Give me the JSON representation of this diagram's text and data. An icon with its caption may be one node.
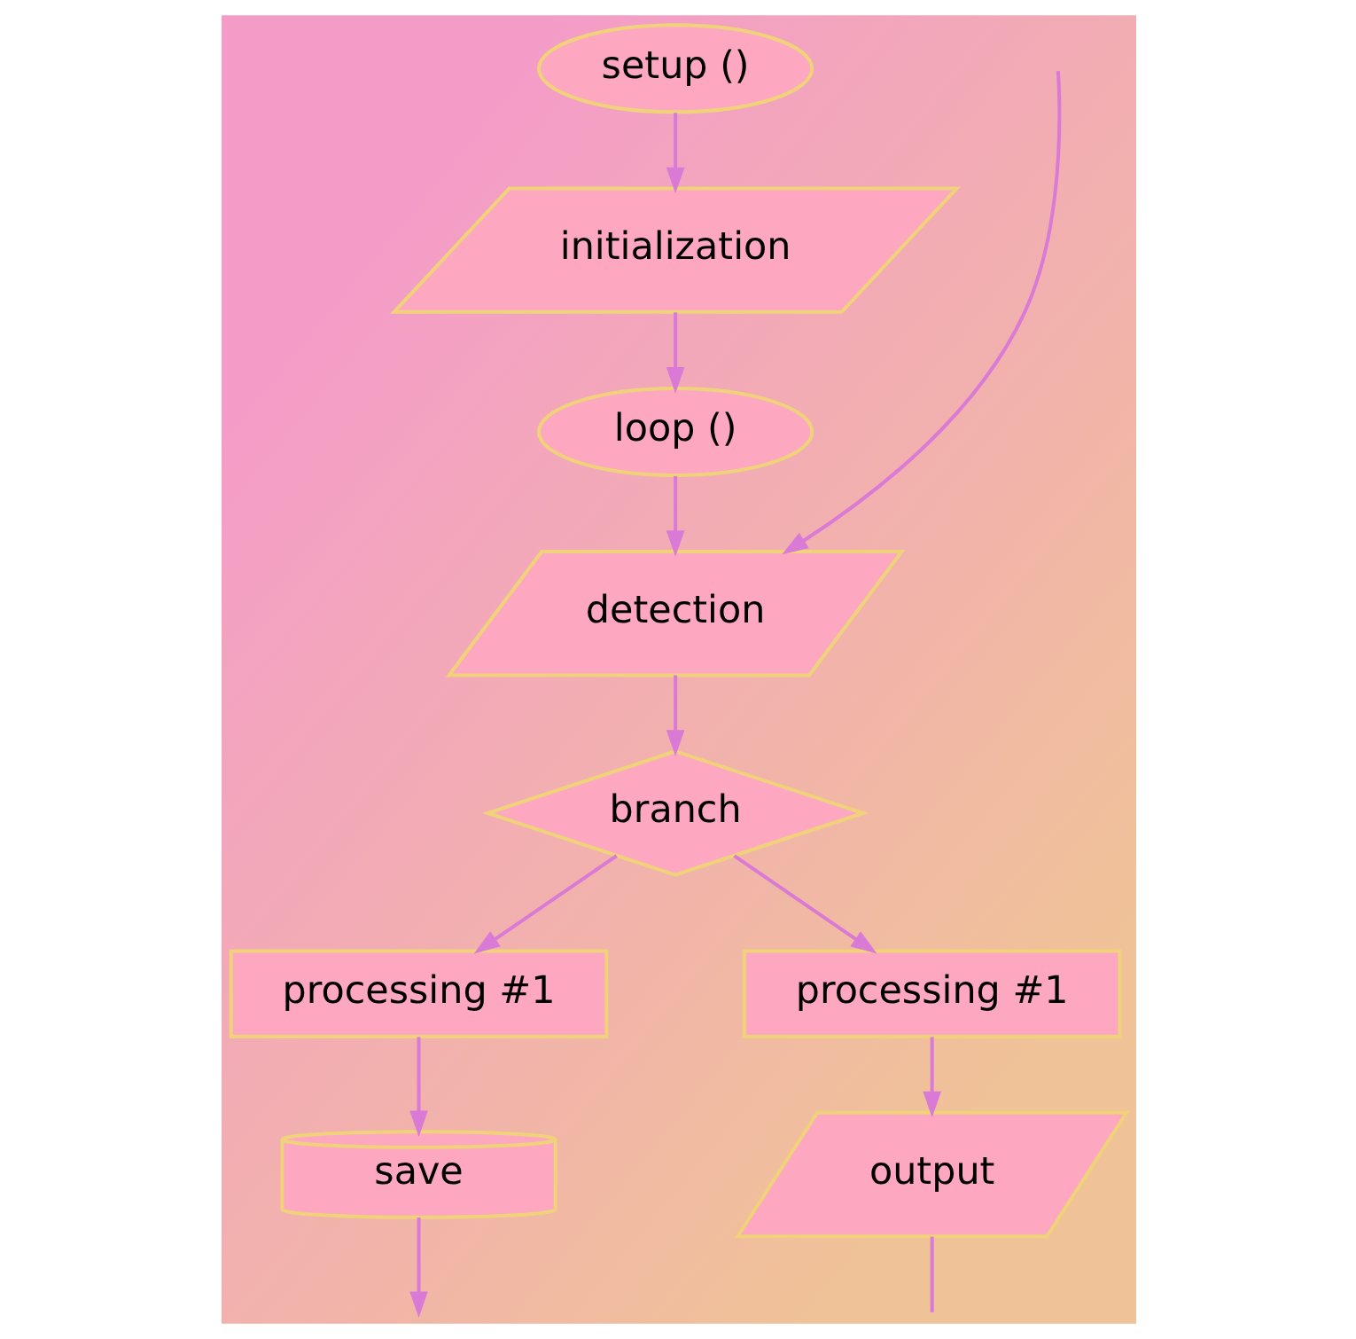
{
  "diagram": {
    "nodes": [
      {
        "text": [
          "setup ()"
        ]
      },
      {
        "text": [
          "initialization"
        ]
      },
      {
        "text": [
          "loop ()"
        ]
      },
      {
        "text": [
          "detection"
        ]
      },
      {
        "text": [
          "branch"
        ]
      },
      {
        "text": [
          "processing #1"
        ]
      },
      {
        "text": [
          "processing #1"
        ]
      },
      {
        "text": [
          "save"
        ]
      },
      {
        "text": [
          "output"
        ]
      }
    ],
    "edges": [
      {
        "from": 0,
        "to": 1,
        "arrow": "to"
      },
      {
        "from": 1,
        "to": 2,
        "arrow": "to"
      },
      {
        "from": 2,
        "to": 3,
        "arrow": "to"
      },
      {
        "from": 3,
        "to": 4,
        "arrow": "to"
      },
      {
        "from": 4,
        "to": 5,
        "arrow": "to"
      },
      {
        "from": 4,
        "to": 6,
        "arrow": "to"
      },
      {
        "from": 5,
        "to": 7,
        "arrow": "to"
      },
      {
        "from": 6,
        "to": 8,
        "arrow": "to"
      },
      {
        "from": 7,
        "to": null,
        "arrow": "to"
      },
      {
        "from": 8,
        "to": null,
        "arrow": "none"
      },
      {
        "from": null,
        "to": 3,
        "arrow": "to"
      }
    ]
  }
}
